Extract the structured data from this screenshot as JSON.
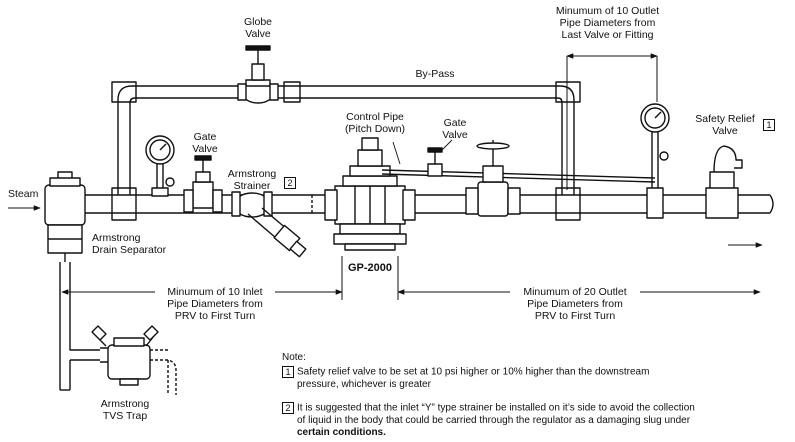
{
  "labels": {
    "globe_valve": [
      "Globe",
      "Valve"
    ],
    "by_pass": "By-Pass",
    "outlet_min10": [
      "Minumum of 10 Outlet",
      "Pipe Diameters from",
      "Last Valve or Fitting"
    ],
    "control_pipe": [
      "Control Pipe",
      "(Pitch Down)"
    ],
    "gate_valve_1": [
      "Gate",
      "Valve"
    ],
    "gate_valve_2": [
      "Gate",
      "Valve"
    ],
    "safety_relief_valve": [
      "Safety Relief",
      "Valve"
    ],
    "armstrong_strainer": [
      "Armstrong",
      "Strainer"
    ],
    "steam": "Steam",
    "drain_separator": [
      "Armstrong",
      "Drain Separator"
    ],
    "gp2000": "GP-2000",
    "inlet_min10": [
      "Minumum of 10 Inlet",
      "Pipe Diameters from",
      "PRV to First Turn"
    ],
    "outlet_min20": [
      "Minumum of 20 Outlet",
      "Pipe Diameters from",
      "PRV to First Turn"
    ],
    "tvs_trap": [
      "Armstrong",
      "TVS Trap"
    ]
  },
  "markers": {
    "note1": "1",
    "note2": "2"
  },
  "notes": {
    "heading": "Note:",
    "note1_line1": "Safety relief valve to be set at 10 psi higher or 10% higher than the downstream",
    "note1_line2": "pressure, whichever is greater",
    "note2_line1": "It is suggested that the inlet “Y” type strainer be installed on it’s side to avoid the collection",
    "note2_line2": "of liquid in the body that could be carried through the regulator as a damaging slug under",
    "note2_line3": "certain conditions."
  }
}
